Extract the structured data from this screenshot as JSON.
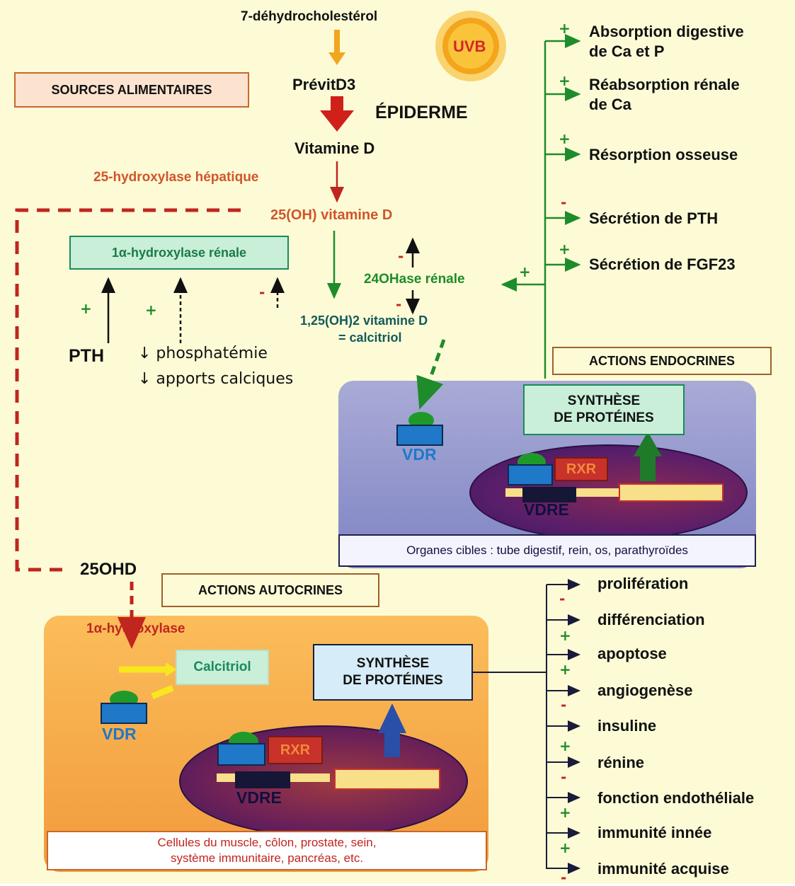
{
  "top": {
    "precursor": "7-déhydrocholestérol",
    "uvb": "UVB",
    "previt": "PrévitD3",
    "epiderme": "ÉPIDERME",
    "vitd": "Vitamine D",
    "hydroxylase_hep": "25-hydroxylase hépatique",
    "oh_vitd": "25(OH) vitamine D",
    "hydroxylase_ren": "1α-hydroxylase rénale",
    "ohase": "24OHase rénale",
    "calcitriol_line1": "1,25(OH)2 vitamine D",
    "calcitriol_line2": "= calcitriol"
  },
  "sources": "SOURCES ALIMENTAIRES",
  "regulators": {
    "pth": "PTH",
    "phos": "↓ phosphatémie",
    "calc": "↓ apports calciques"
  },
  "endocrine": {
    "title": "ACTIONS ENDOCRINES",
    "effects": [
      {
        "sign": "+",
        "line1": "Absorption digestive",
        "line2": "de Ca et P"
      },
      {
        "sign": "+",
        "line1": "Réabsorption rénale",
        "line2": "de Ca"
      },
      {
        "sign": "+",
        "line1": "Résorption osseuse",
        "line2": ""
      },
      {
        "sign": "-",
        "line1": "Sécrétion de PTH",
        "line2": ""
      },
      {
        "sign": "+",
        "line1": "Sécrétion de FGF23",
        "line2": ""
      }
    ],
    "synth_line1": "SYNTHÈSE",
    "synth_line2": "DE PROTÉINES",
    "vdr": "VDR",
    "rxr": "RXR",
    "vdre": "VDRE",
    "organs": "Organes cibles : tube digestif, rein, os, parathyroïdes"
  },
  "autocrine": {
    "input": "25OHD",
    "title": "ACTIONS AUTOCRINES",
    "hydroxylase": "1α-hydroxylase",
    "calcitriol": "Calcitriol",
    "synth_line1": "SYNTHÈSE",
    "synth_line2": "DE PROTÉINES",
    "vdr": "VDR",
    "rxr": "RXR",
    "vdre": "VDRE",
    "cells_line1": "Cellules du muscle, côlon, prostate, sein,",
    "cells_line2": "système immunitaire, pancréas, etc.",
    "effects": [
      {
        "label": "prolifération",
        "sign": "-"
      },
      {
        "label": "différenciation",
        "sign": "+"
      },
      {
        "label": "apoptose",
        "sign": "+"
      },
      {
        "label": "angiogenèse",
        "sign": "-"
      },
      {
        "label": "insuline",
        "sign": "+"
      },
      {
        "label": "rénine",
        "sign": "-"
      },
      {
        "label": "fonction endothéliale",
        "sign": "+"
      },
      {
        "label": "immunité innée",
        "sign": "+"
      },
      {
        "label": "immunité acquise",
        "sign": "-"
      }
    ]
  },
  "signs": {
    "plus": "+",
    "minus": "-"
  },
  "colors": {
    "background": "#fdfbd6",
    "green_arrow": "#1e8c2a",
    "dark_red": "#c0251f",
    "orange_text": "#d0552b",
    "teal_box": "#d6f2e0",
    "teal_border": "#1a8a5a",
    "vdr_blue": "#1f78c8",
    "rxr_red": "#c8322a"
  }
}
